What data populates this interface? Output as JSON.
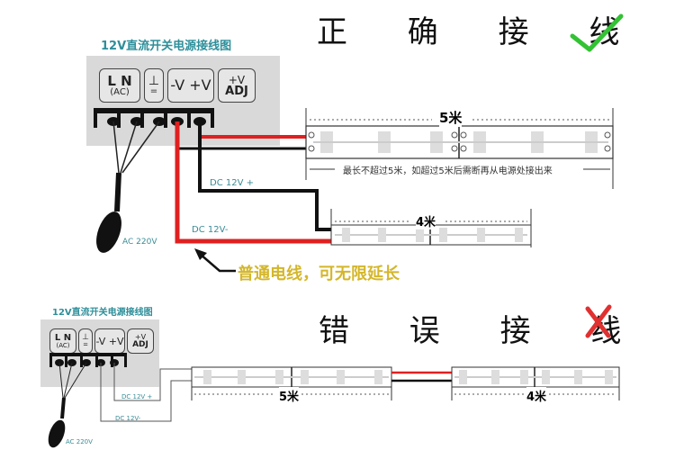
{
  "correct": {
    "heading": "正 确 接 线",
    "mark": "check",
    "mark_color": "#33c233",
    "psu_title": "12V直流开关电源接线图",
    "terminals": [
      {
        "top": "L N",
        "bottom": "(AC)"
      },
      {
        "top": "⊥",
        "bottom": "="
      },
      {
        "top": "-V +V",
        "bottom": ""
      },
      {
        "top": "+V",
        "bottom": "ADJ"
      }
    ],
    "strip1_length": "5米",
    "strip1_note": "最长不超过5米，如超过5米后需断再从电源处接出来",
    "strip2_length": "4米",
    "wire_pos_label": "DC 12V +",
    "wire_neg_label": "DC 12V-",
    "ac_label": "AC 220V",
    "callout": "普通电线，可无限延长",
    "wire_red": "#e02020",
    "wire_black": "#111111"
  },
  "wrong": {
    "heading": "错 误 接 线",
    "mark": "cross",
    "mark_color": "#e03030",
    "psu_title": "12V直流开关电源接线图",
    "terminals": [
      {
        "top": "L N",
        "bottom": "(AC)"
      },
      {
        "top": "⊥",
        "bottom": "="
      },
      {
        "top": "-V +V",
        "bottom": ""
      },
      {
        "top": "+V",
        "bottom": "ADJ"
      }
    ],
    "strip1_length": "5米",
    "strip2_length": "4米",
    "wire_pos_label": "DC 12V +",
    "wire_neg_label": "DC 12V-",
    "ac_label": "AC 220V"
  }
}
